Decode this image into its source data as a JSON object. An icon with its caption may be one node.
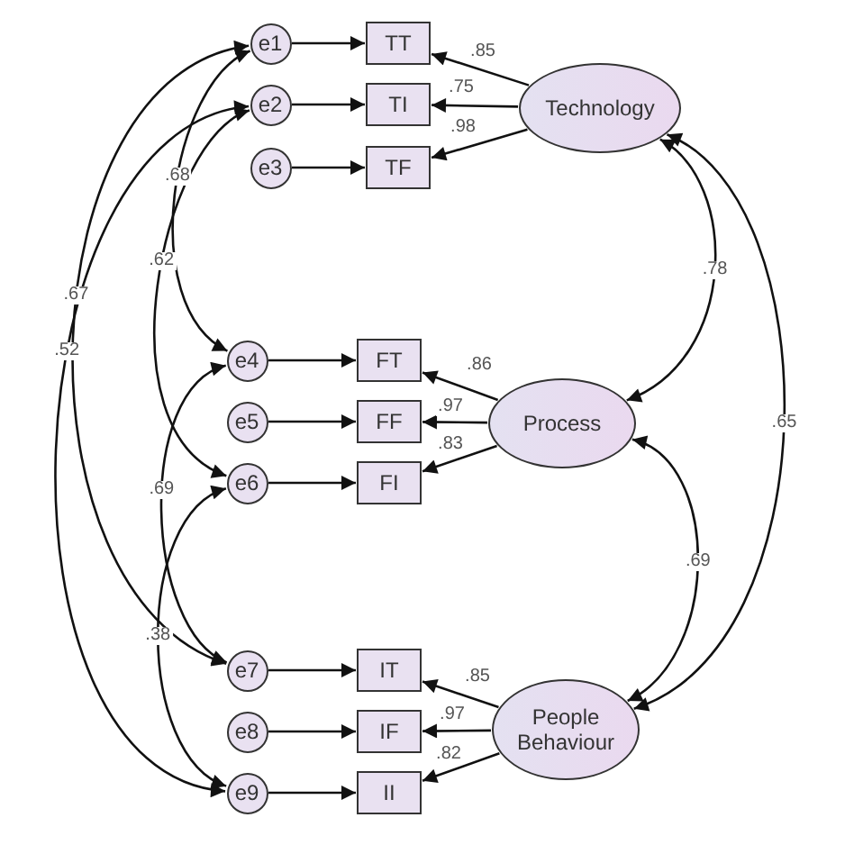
{
  "diagram": {
    "nodes": [
      {
        "text": [
          "e1"
        ]
      },
      {
        "text": [
          "TT"
        ]
      },
      {
        "text": [
          "e2"
        ]
      },
      {
        "text": [
          "TI"
        ]
      },
      {
        "text": [
          "e3"
        ]
      },
      {
        "text": [
          "TF"
        ]
      },
      {
        "text": [
          "Technology"
        ]
      },
      {
        "text": [
          "e4"
        ]
      },
      {
        "text": [
          "FT"
        ]
      },
      {
        "text": [
          "e5"
        ]
      },
      {
        "text": [
          "FF"
        ]
      },
      {
        "text": [
          "e6"
        ]
      },
      {
        "text": [
          "FI"
        ]
      },
      {
        "text": [
          "Process"
        ]
      },
      {
        "text": [
          "e7"
        ]
      },
      {
        "text": [
          "IT"
        ]
      },
      {
        "text": [
          "e8"
        ]
      },
      {
        "text": [
          "IF"
        ]
      },
      {
        "text": [
          "e9"
        ]
      },
      {
        "text": [
          "II"
        ]
      },
      {
        "text": [
          "People Behaviour"
        ]
      }
    ],
    "edges": [
      {
        "from": 0,
        "to": 1,
        "arrow": "to"
      },
      {
        "from": 2,
        "to": 3,
        "arrow": "to"
      },
      {
        "from": 4,
        "to": 5,
        "arrow": "to"
      },
      {
        "from": 6,
        "to": 1,
        "arrow": "to",
        "label": ".85"
      },
      {
        "from": 6,
        "to": 3,
        "arrow": "to",
        "label": ".75"
      },
      {
        "from": 6,
        "to": 5,
        "arrow": "to",
        "label": ".98"
      },
      {
        "from": 7,
        "to": 8,
        "arrow": "to"
      },
      {
        "from": 9,
        "to": 10,
        "arrow": "to"
      },
      {
        "from": 11,
        "to": 12,
        "arrow": "to"
      },
      {
        "from": 13,
        "to": 8,
        "arrow": "to",
        "label": ".86"
      },
      {
        "from": 13,
        "to": 10,
        "arrow": "to",
        "label": ".97"
      },
      {
        "from": 13,
        "to": 12,
        "arrow": "to",
        "label": ".83"
      },
      {
        "from": 14,
        "to": 15,
        "arrow": "to"
      },
      {
        "from": 16,
        "to": 17,
        "arrow": "to"
      },
      {
        "from": 18,
        "to": 19,
        "arrow": "to"
      },
      {
        "from": 20,
        "to": 15,
        "arrow": "to",
        "label": ".85"
      },
      {
        "from": 20,
        "to": 17,
        "arrow": "to",
        "label": ".97"
      },
      {
        "from": 20,
        "to": 19,
        "arrow": "to",
        "label": ".82"
      },
      {
        "from": 0,
        "to": 7,
        "arrow": "both",
        "label": ".68"
      },
      {
        "from": 2,
        "to": 11,
        "arrow": "both",
        "label": ".62"
      },
      {
        "from": 0,
        "to": 14,
        "arrow": "both",
        "label": ".67"
      },
      {
        "from": 2,
        "to": 18,
        "arrow": "both",
        "label": ".52"
      },
      {
        "from": 7,
        "to": 14,
        "arrow": "both",
        "label": ".69"
      },
      {
        "from": 11,
        "to": 18,
        "arrow": "both",
        "label": ".38"
      },
      {
        "from": 6,
        "to": 13,
        "arrow": "both",
        "label": ".78"
      },
      {
        "from": 13,
        "to": 20,
        "arrow": "both",
        "label": ".69"
      },
      {
        "from": 6,
        "to": 20,
        "arrow": "both",
        "label": ".65"
      }
    ]
  }
}
